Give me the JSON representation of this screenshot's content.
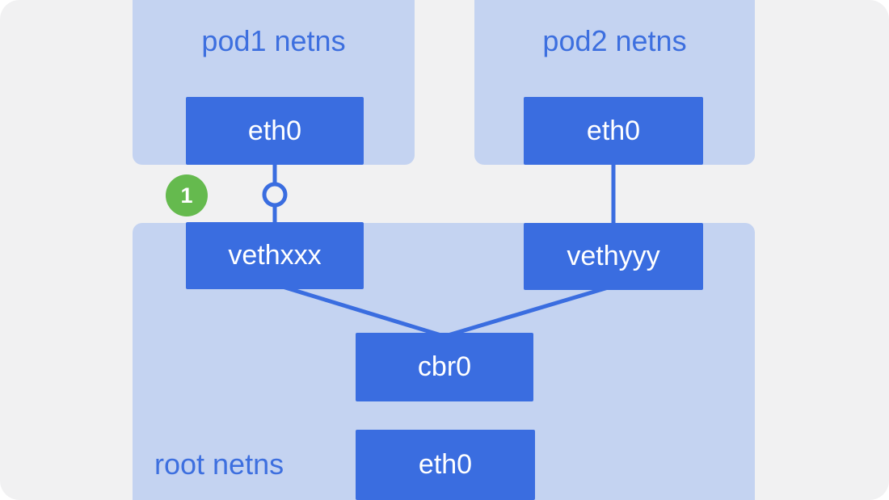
{
  "diagram": {
    "namespaces": {
      "pod1": {
        "label": "pod1 netns"
      },
      "pod2": {
        "label": "pod2 netns"
      },
      "root": {
        "label": "root netns"
      }
    },
    "nodes": {
      "pod1_eth0": {
        "label": "eth0"
      },
      "pod2_eth0": {
        "label": "eth0"
      },
      "vethxxx": {
        "label": "vethxxx"
      },
      "vethyyy": {
        "label": "vethyyy"
      },
      "cbr0": {
        "label": "cbr0"
      },
      "root_eth0": {
        "label": "eth0"
      }
    },
    "badges": {
      "step1": {
        "label": "1"
      }
    },
    "colors": {
      "canvas_background": "#f1f1f2",
      "namespace_fill": "#c4d3f1",
      "node_fill": "#3a6de0",
      "node_text": "#ffffff",
      "namespace_label_text": "#3d6fdf",
      "connector_line": "#3a6de0",
      "connector_circle_fill": "#f1f1f2",
      "step_badge_green": "#65ba4e",
      "page_background": "#ffffff"
    }
  }
}
